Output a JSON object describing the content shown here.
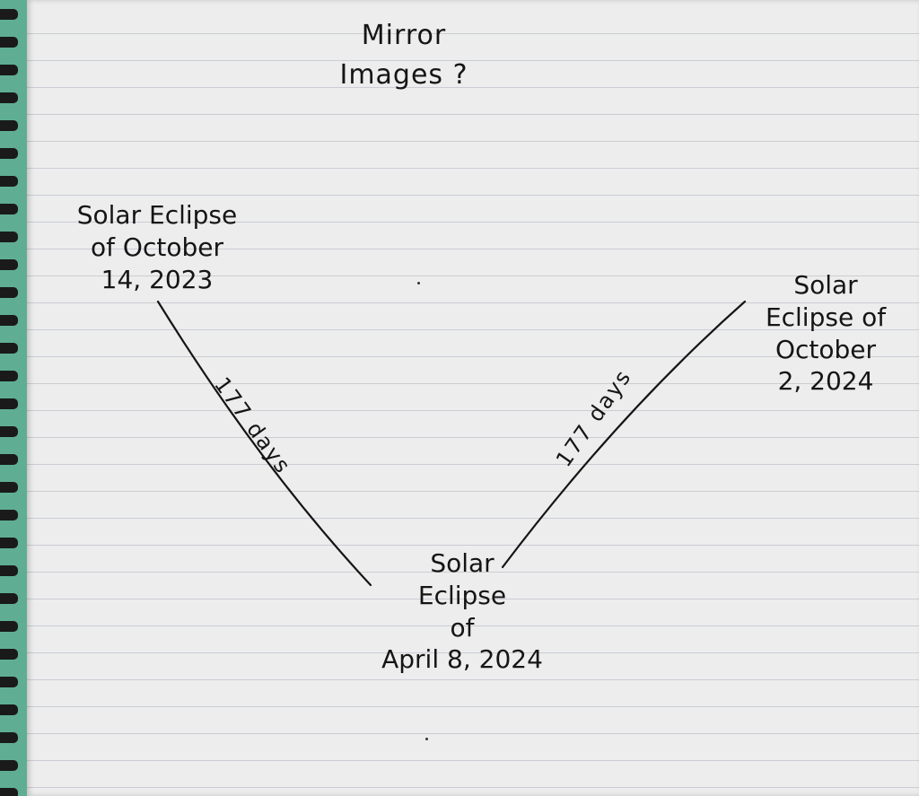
{
  "title": {
    "line1": "Mirror",
    "line2": "Images ?"
  },
  "nodes": {
    "left": {
      "line1": "Solar Eclipse",
      "line2": "of October",
      "line3": "14, 2023"
    },
    "right": {
      "line1": "Solar",
      "line2": "Eclipse of",
      "line3": "October",
      "line4": "2, 2024"
    },
    "bottom": {
      "line1": "Solar",
      "line2": "Eclipse",
      "line3": "of",
      "line4": "April 8, 2024"
    }
  },
  "edges": {
    "left_label": "177 days",
    "right_label": "177 days"
  },
  "colors": {
    "paper": "#ededed",
    "rule_line": "#c9cdd3",
    "ink": "#151515",
    "background": "#5fae93"
  }
}
